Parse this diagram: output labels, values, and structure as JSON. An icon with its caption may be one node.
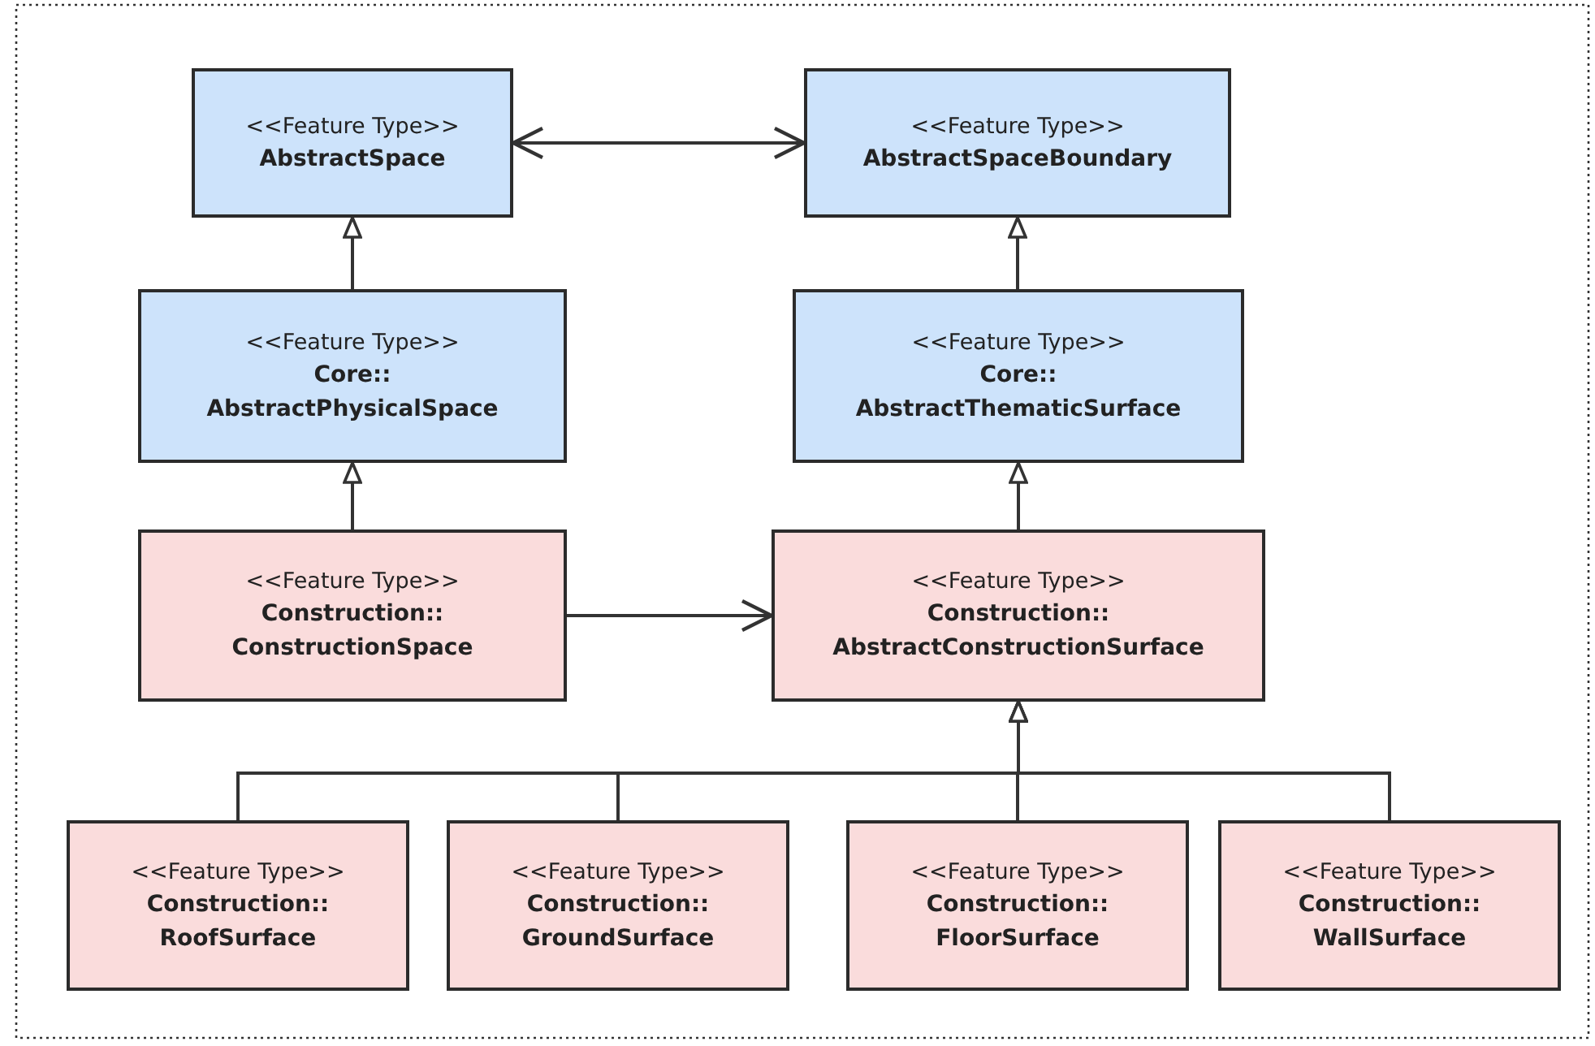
{
  "diagram": {
    "nodes": [
      {
        "text": [
          "<<Feature Type>>",
          "AbstractSpace"
        ]
      },
      {
        "text": [
          "<<Feature Type>>",
          "AbstractSpaceBoundary"
        ]
      },
      {
        "text": [
          "<<Feature Type>>",
          "Core:: AbstractPhysicalSpace"
        ]
      },
      {
        "text": [
          "<<Feature Type>>",
          "Core:: AbstractThematicSurface"
        ]
      },
      {
        "text": [
          "<<Feature Type>>",
          "Construction:: ConstructionSpace"
        ]
      },
      {
        "text": [
          "<<Feature Type>>",
          "Construction:: AbstractConstructionSurface"
        ]
      },
      {
        "text": [
          "<<Feature Type>>",
          "Construction:: RoofSurface"
        ]
      },
      {
        "text": [
          "<<Feature Type>>",
          "Construction:: GroundSurface"
        ]
      },
      {
        "text": [
          "<<Feature Type>>",
          "Construction:: FloorSurface"
        ]
      },
      {
        "text": [
          "<<Feature Type>>",
          "Construction:: WallSurface"
        ]
      }
    ],
    "edges": [
      {
        "from": 0,
        "to": 1,
        "arrow": "both"
      },
      {
        "from": 2,
        "to": 0,
        "arrow": "to"
      },
      {
        "from": 3,
        "to": 1,
        "arrow": "to"
      },
      {
        "from": 4,
        "to": 2,
        "arrow": "to"
      },
      {
        "from": 5,
        "to": 3,
        "arrow": "to"
      },
      {
        "from": 4,
        "to": 5,
        "arrow": "to"
      },
      {
        "from": 6,
        "to": 5,
        "arrow": "to"
      },
      {
        "from": 7,
        "to": 5,
        "arrow": "to"
      },
      {
        "from": 8,
        "to": 5,
        "arrow": "to"
      },
      {
        "from": 9,
        "to": 5,
        "arrow": "to"
      }
    ]
  }
}
